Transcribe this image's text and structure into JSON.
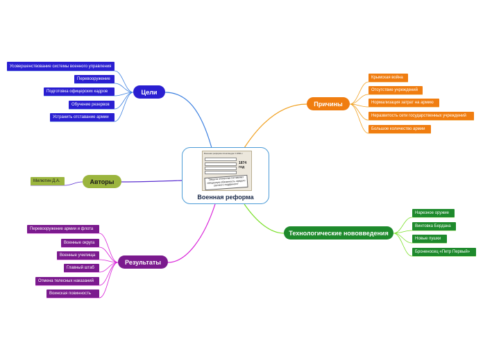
{
  "center": {
    "title": "Военная реформа",
    "image_header": "Военная реформа Александра II 1860-х",
    "image_year": "1874 год",
    "image_quote": "\"Защита отечества составляет священную обязанность каждого русского подданного\""
  },
  "branches": {
    "goals": {
      "label": "Цели",
      "color": "#2a1fd1",
      "items": [
        "Усовершенствование системы военного управления",
        "Перевооружение",
        "Подготовка офицерских кадров",
        "Обучение резервов",
        "Устранить отставание армии"
      ]
    },
    "authors": {
      "label": "Авторы",
      "color": "#9bb53e",
      "items": [
        "Милютин Д.А."
      ]
    },
    "results": {
      "label": "Результаты",
      "color": "#7b1a8e",
      "items": [
        "Перевооружение армии и флота",
        "Военные округа",
        "Военные училища",
        "Главный штаб",
        "Отмена телесных наказаний",
        "Воинская повинность"
      ]
    },
    "causes": {
      "label": "Причины",
      "color": "#f07d10",
      "items": [
        "Крымская война",
        "Отсутствие учреждений",
        "Нормализация затрат на армию",
        "Неразвитость сети государственных учреждений",
        "Большое количество армии"
      ]
    },
    "tech": {
      "label": "Технологические нововведения",
      "color": "#1e8a2c",
      "items": [
        "Нарезное оружие",
        "Винтовка Бердана",
        "Новые пушки",
        "Броненосец «Петр Первый»"
      ]
    }
  },
  "colors": {
    "goals_link": "#3a7fe0",
    "authors_link": "#5a2fd0",
    "results_link": "#d81fd8",
    "causes_link": "#f0a020",
    "tech_link": "#7be02a"
  }
}
